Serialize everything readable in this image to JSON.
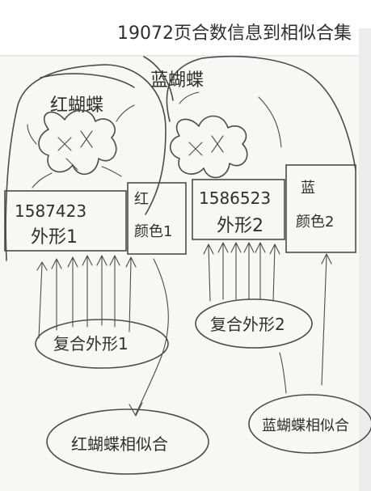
{
  "photo": {
    "paper_color": "#f7f7f5",
    "ink_color": "#4b4b4b",
    "title": "19072页合数信息到相似合集",
    "top_left": {
      "section_label": "红蝴蝶",
      "id_line": "1587423",
      "shape_line": "外形1",
      "side_box_line1": "红",
      "side_box_line2": "颜色1"
    },
    "top_right": {
      "section_label": "蓝蝴蝶",
      "id_line": "1586523",
      "shape_line": "外形2",
      "side_box_line1": "蓝",
      "side_box_line2": "颜色2"
    },
    "bubbles": {
      "left_middle": "复合外形1",
      "right_middle": "复合外形2",
      "left_bottom": "红蝴蝶相似合",
      "right_bottom": "蓝蝴蝶相似合"
    }
  }
}
